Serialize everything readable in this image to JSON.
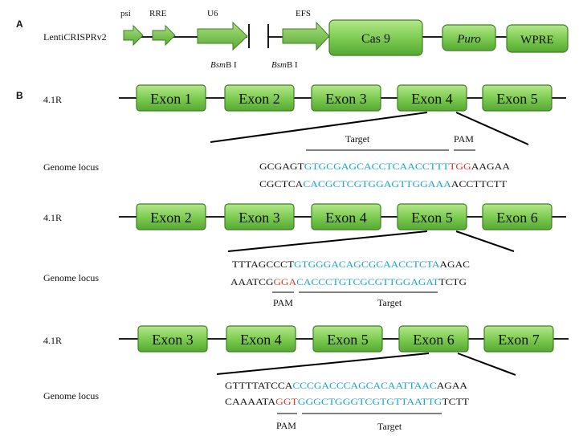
{
  "colors": {
    "sequence_black": "#111111",
    "protospacer_blue": "#1aa3c9",
    "pam_red": "#d0392b",
    "box_fill_top": "#a6e07a",
    "box_fill_bottom": "#5fb43a",
    "box_stroke": "#3f7f24",
    "line": "#000000"
  },
  "panel_a": {
    "label": "A",
    "vector_name": "LentiCRISPRv2",
    "labels": {
      "psi": "psi",
      "rre": "RRE",
      "u6": "U6",
      "efs": "EFS",
      "bsmbi_1_italic": "Bsm",
      "bsmbi_1_rest": "B I",
      "bsmbi_2_italic": "Bsm",
      "bsmbi_2_rest": "B I"
    },
    "boxes": {
      "cas9": "Cas 9",
      "puro": "Puro",
      "wpre": "WPRE"
    }
  },
  "panel_b": {
    "label": "B",
    "row1": {
      "gene": "4.1R",
      "exons": [
        "Exon 1",
        "Exon 2",
        "Exon 3",
        "Exon 4",
        "Exon 5"
      ],
      "locus_label": "Genome locus",
      "target_label": "Target",
      "pam_label": "PAM",
      "top_seq": {
        "pre": "GCGAGT",
        "target": "GTGCGAGCACCTCAACCTTT",
        "pam": "TGG",
        "post": "AAGAA"
      },
      "bottom_seq": {
        "pre": "CGCTCA",
        "target": "CACGCTCGTGGAGTTGGAAA",
        "post": "ACCTTCTT"
      }
    },
    "row2": {
      "gene": "4.1R",
      "exons": [
        "Exon 2",
        "Exon 3",
        "Exon 4",
        "Exon 5",
        "Exon 6"
      ],
      "locus_label": "Genome locus",
      "target_label": "Target",
      "pam_label": "PAM",
      "top_seq": {
        "pre": "TTTAGCCCT",
        "target": "GTGGGACAGCGCAACCTCTA",
        "post": "AGAC"
      },
      "bottom_seq": {
        "pre": "AAATCG",
        "pam": "GGA",
        "target": "CACCCTGTCGCGTTGGAGAT",
        "post": "TCTG"
      }
    },
    "row3": {
      "gene": "4.1R",
      "exons": [
        "Exon 3",
        "Exon 4",
        "Exon 5",
        "Exon 6",
        "Exon 7"
      ],
      "locus_label": "Genome locus",
      "target_label": "Target",
      "pam_label": "PAM",
      "top_seq": {
        "pre": "GTTTTATCCA",
        "target": "CCCGACCCAGCACAATTAAC",
        "post": "AGAA"
      },
      "bottom_seq": {
        "pre": "CAAAATA",
        "pam": "GGT",
        "target": "GGGCTGGGTCGTGTTAATTG",
        "post": "TCTT"
      }
    }
  }
}
